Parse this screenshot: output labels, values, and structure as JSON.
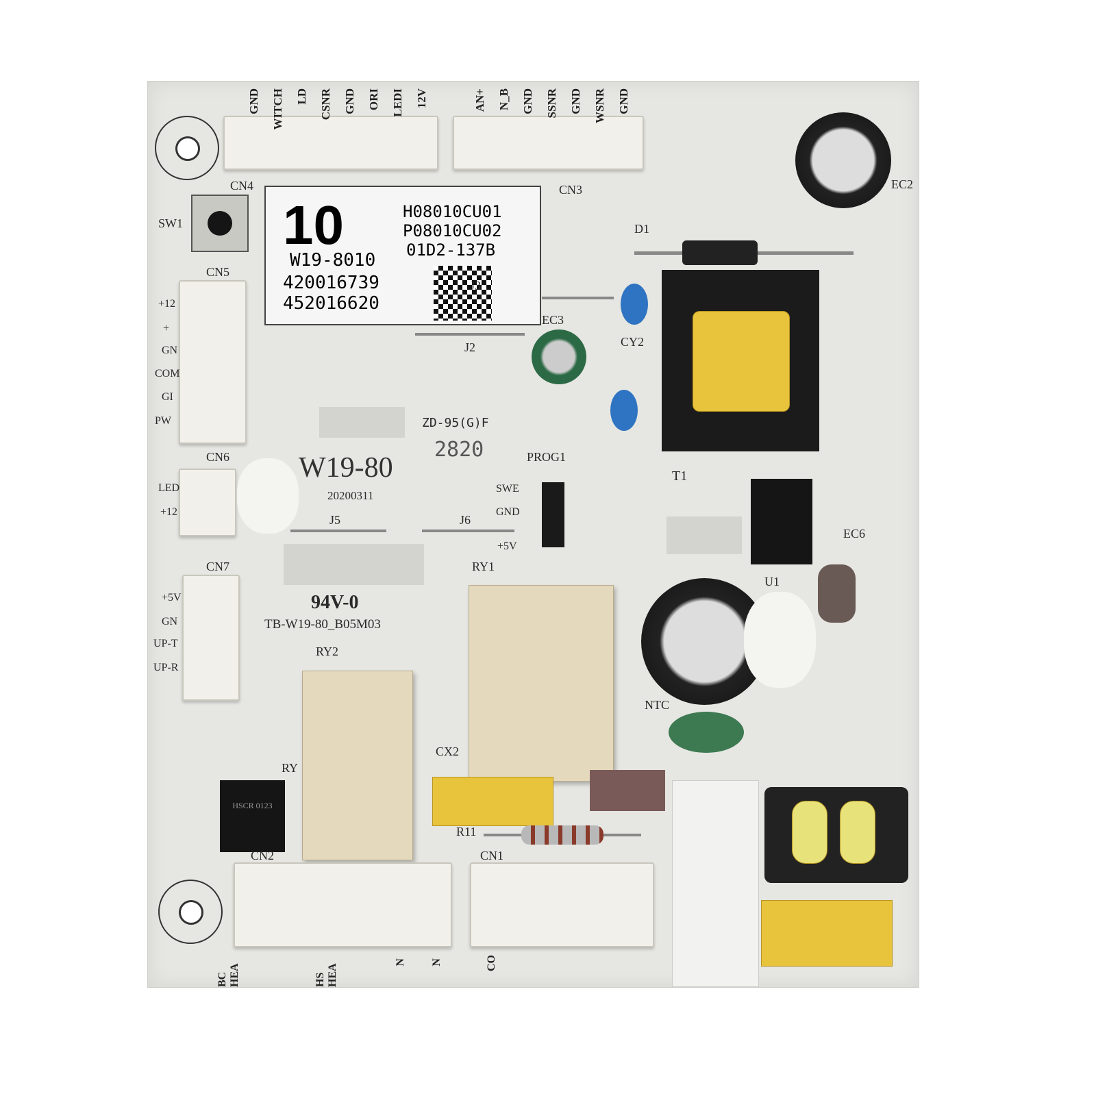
{
  "board": {
    "sticker": {
      "big_number": "10",
      "model": "W19-8010",
      "code1": "420016739",
      "code2": "452016620",
      "part1": "H08010CU01",
      "part2": "P08010CU02",
      "part3": "01D2-137B"
    },
    "cn4": {
      "name": "CN4",
      "pins": [
        "GND",
        "WITCH",
        "LD",
        "CSNR",
        "GND",
        "ORI",
        "LEDI",
        "12V"
      ]
    },
    "cn3": {
      "name": "CN3",
      "pins": [
        "AN+",
        "N_B",
        "GND",
        "SSNR",
        "GND",
        "WSNR",
        "GND"
      ]
    },
    "cn5": {
      "name": "CN5",
      "pins": [
        "+12",
        "+",
        "GN",
        "COM",
        "GI",
        "PW"
      ]
    },
    "cn6": {
      "name": "CN6",
      "pins": [
        "LED",
        "+12"
      ]
    },
    "cn7": {
      "name": "CN7",
      "pins": [
        "+5V",
        "GN",
        "UP-T",
        "UP-R"
      ]
    },
    "cn2": {
      "name": "CN2",
      "pins": [
        "BC HEA",
        "HS HEA",
        "N",
        "N"
      ]
    },
    "cn1": {
      "name": "CN1",
      "pins": [
        "CO"
      ]
    },
    "prog": {
      "name": "PROG1",
      "pins": [
        "SWE",
        "GND",
        "+5V"
      ]
    },
    "refs": {
      "sw1": "SW1",
      "ec2": "EC2",
      "d1": "D1",
      "j3": "J3",
      "j2": "J2",
      "cy2": "CY2",
      "ec3": "EC3",
      "t1": "T1",
      "u1": "U1",
      "ec6": "EC6",
      "ntc": "NTC",
      "j5": "J5",
      "j6": "J6",
      "ry1": "RY1",
      "ry2": "RY2",
      "ry": "RY",
      "cx2": "CX2",
      "r11": "R11"
    },
    "marks": {
      "zd": "ZD-95(G)F",
      "num": "2820",
      "board_model": "W19-80",
      "date": "20200311",
      "rating": "94V-0",
      "pcb_id": "TB-W19-80_B05M03",
      "chip": "HSCR 0123"
    }
  }
}
